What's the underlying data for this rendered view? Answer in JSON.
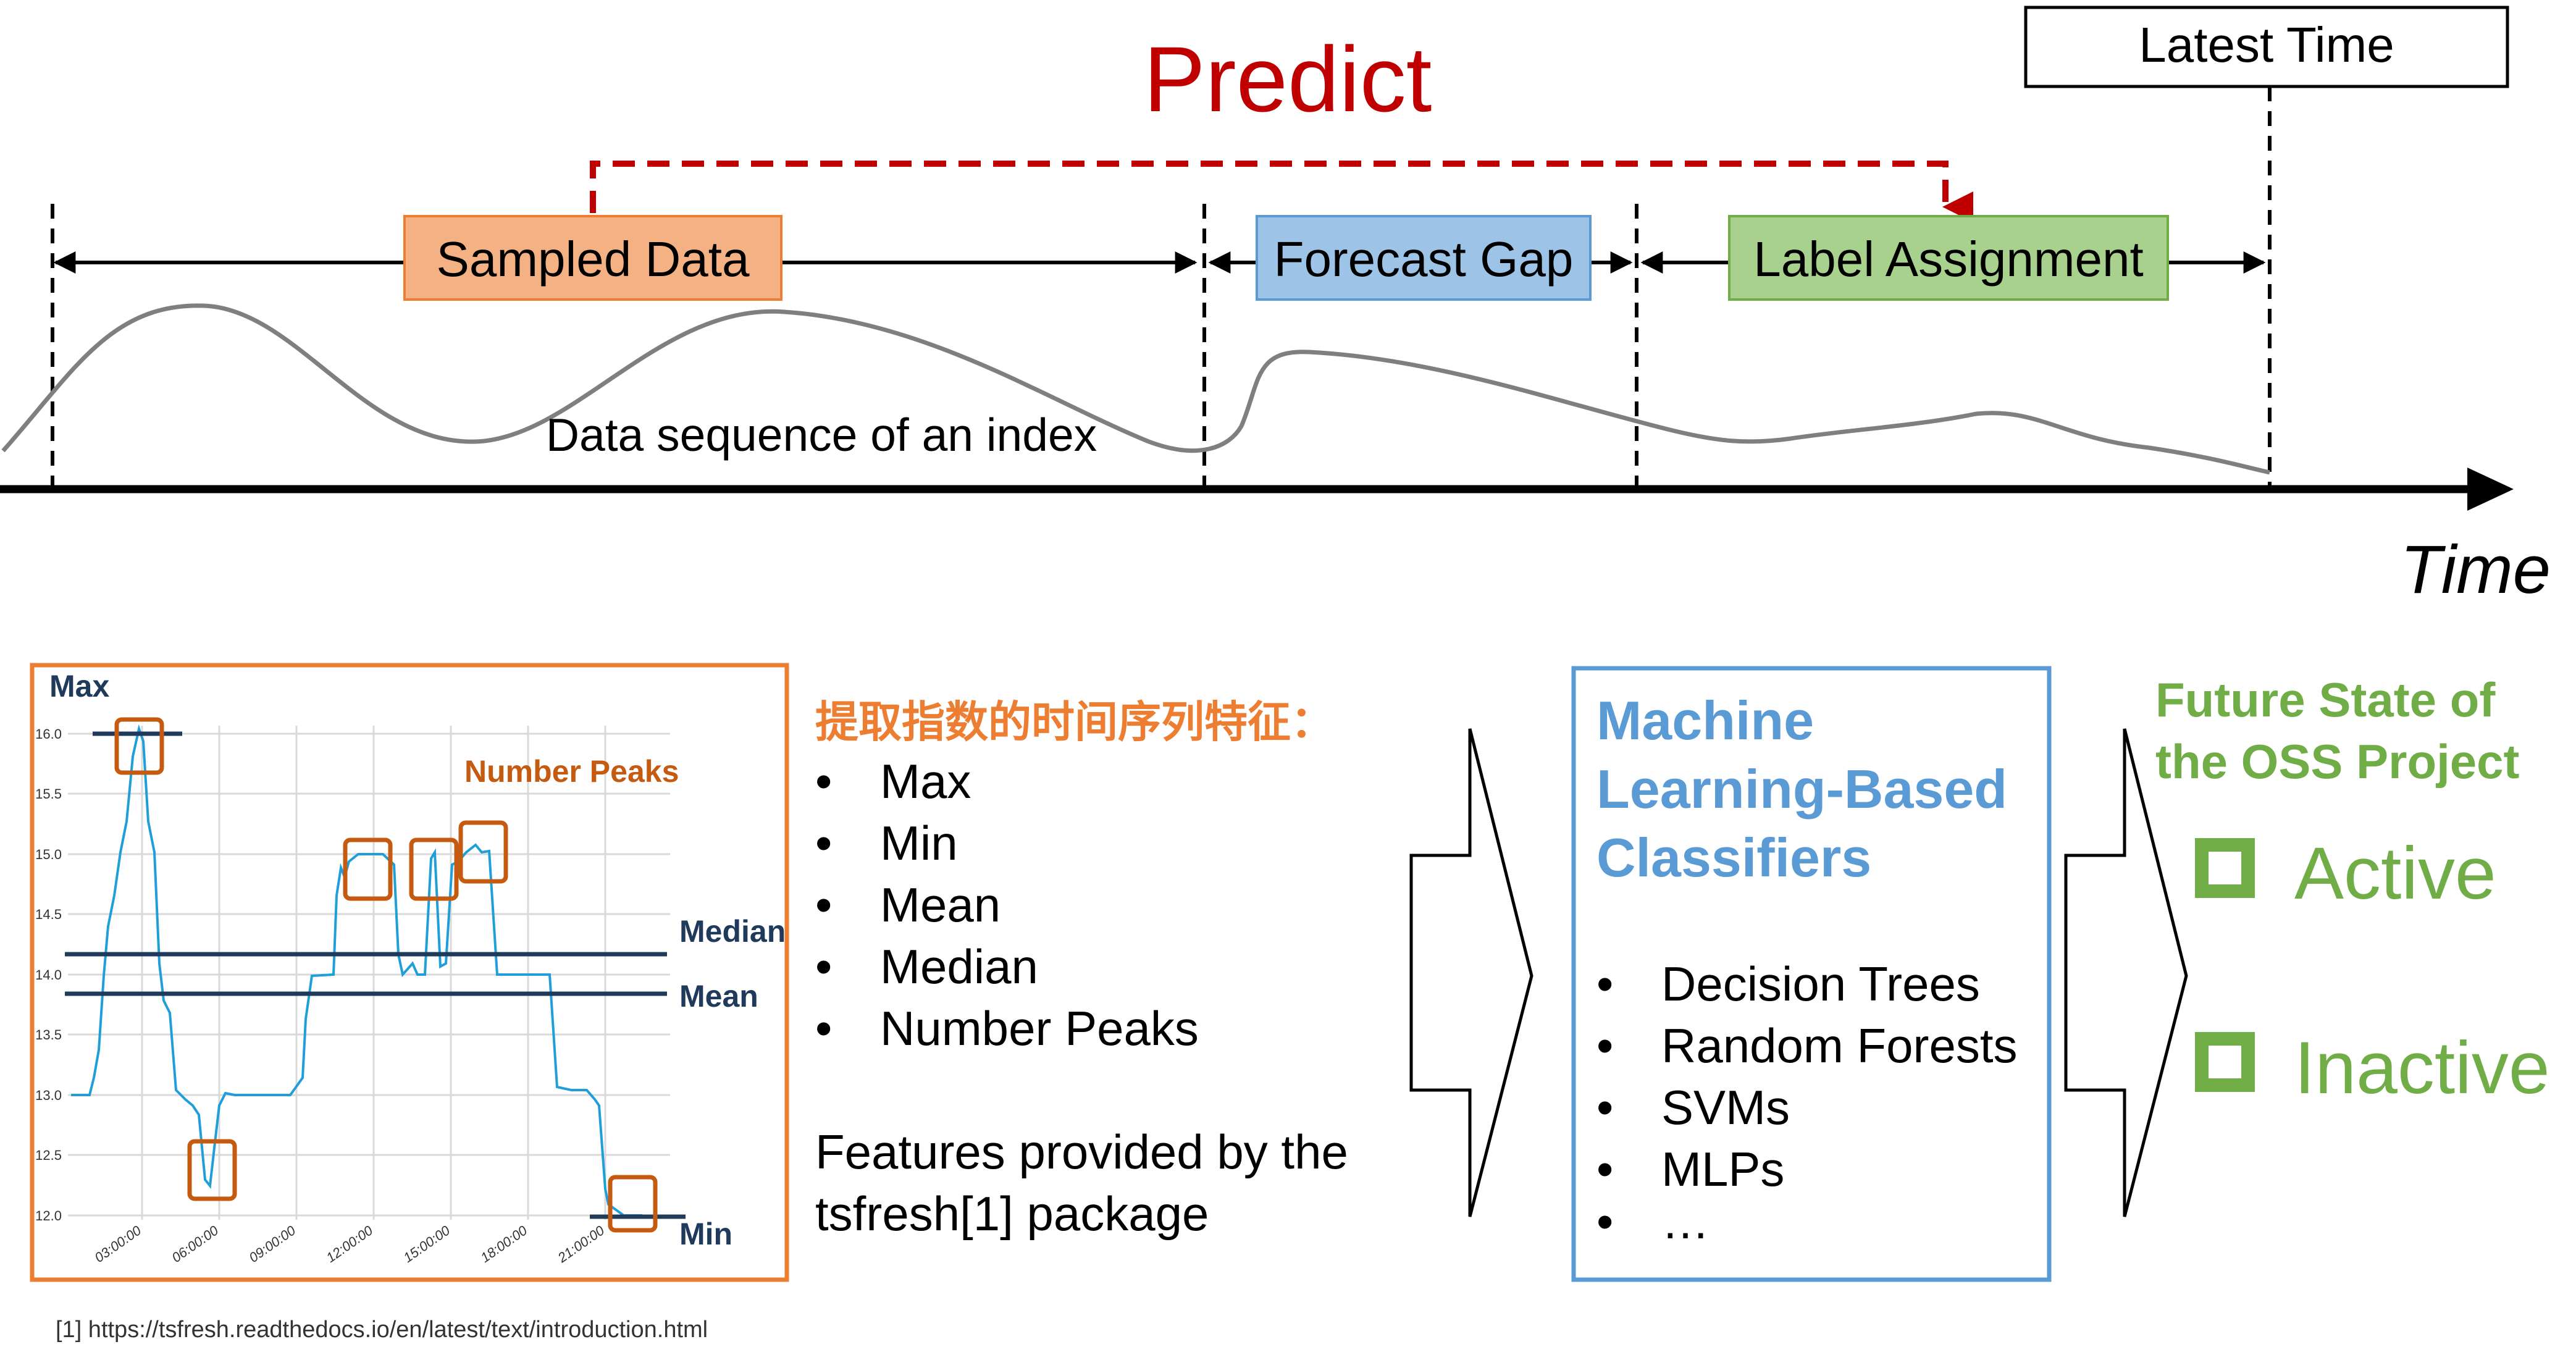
{
  "timeline": {
    "predict_label": "Predict",
    "latest_time_label": "Latest Time",
    "sampled_data_label": "Sampled Data",
    "forecast_gap_label": "Forecast Gap",
    "label_assignment_label": "Label Assignment",
    "sequence_label": "Data sequence of an index",
    "time_axis_label": "Time",
    "colors": {
      "predict": "#c00000",
      "sampled_fill": "#f4b183",
      "sampled_stroke": "#ed7d31",
      "forecast_fill": "#9dc3e6",
      "forecast_stroke": "#5b9bd5",
      "label_fill": "#a9d18e",
      "label_stroke": "#70ad47",
      "curve": "#7f7f7f"
    }
  },
  "feature_chart": {
    "labels": {
      "max": "Max",
      "min": "Min",
      "median": "Median",
      "mean": "Mean",
      "number_peaks": "Number Peaks"
    },
    "y_ticks": [
      "16.0",
      "15.5",
      "15.0",
      "14.5",
      "14.0",
      "13.5",
      "13.0",
      "12.5",
      "12.0"
    ],
    "x_ticks": [
      "03:00:00",
      "06:00:00",
      "09:00:00",
      "12:00:00",
      "15:00:00",
      "18:00:00",
      "21:00:00"
    ],
    "colors": {
      "border": "#ed7d31",
      "line": "#1f9fd9",
      "ref_line": "#1f3a5a",
      "marker": "#c55a11"
    }
  },
  "features": {
    "heading": "提取指数的时间序列特征：",
    "items": [
      "Max",
      "Min",
      "Mean",
      "Median",
      "Number Peaks"
    ],
    "note_line1": "Features provided by the",
    "note_line2": "tsfresh[1] package",
    "heading_color": "#ed7d31"
  },
  "classifiers": {
    "title_line1": "Machine",
    "title_line2": "Learning-Based",
    "title_line3": "Classifiers",
    "items": [
      "Decision Trees",
      "Random Forests",
      "SVMs",
      "MLPs",
      "…"
    ],
    "color": "#5b9bd5"
  },
  "future_state": {
    "title_line1": "Future State of",
    "title_line2": "the OSS Project",
    "options": [
      "Active",
      "Inactive"
    ],
    "color": "#70ad47"
  },
  "footnote": "[1] https://tsfresh.readthedocs.io/en/latest/text/introduction.html"
}
